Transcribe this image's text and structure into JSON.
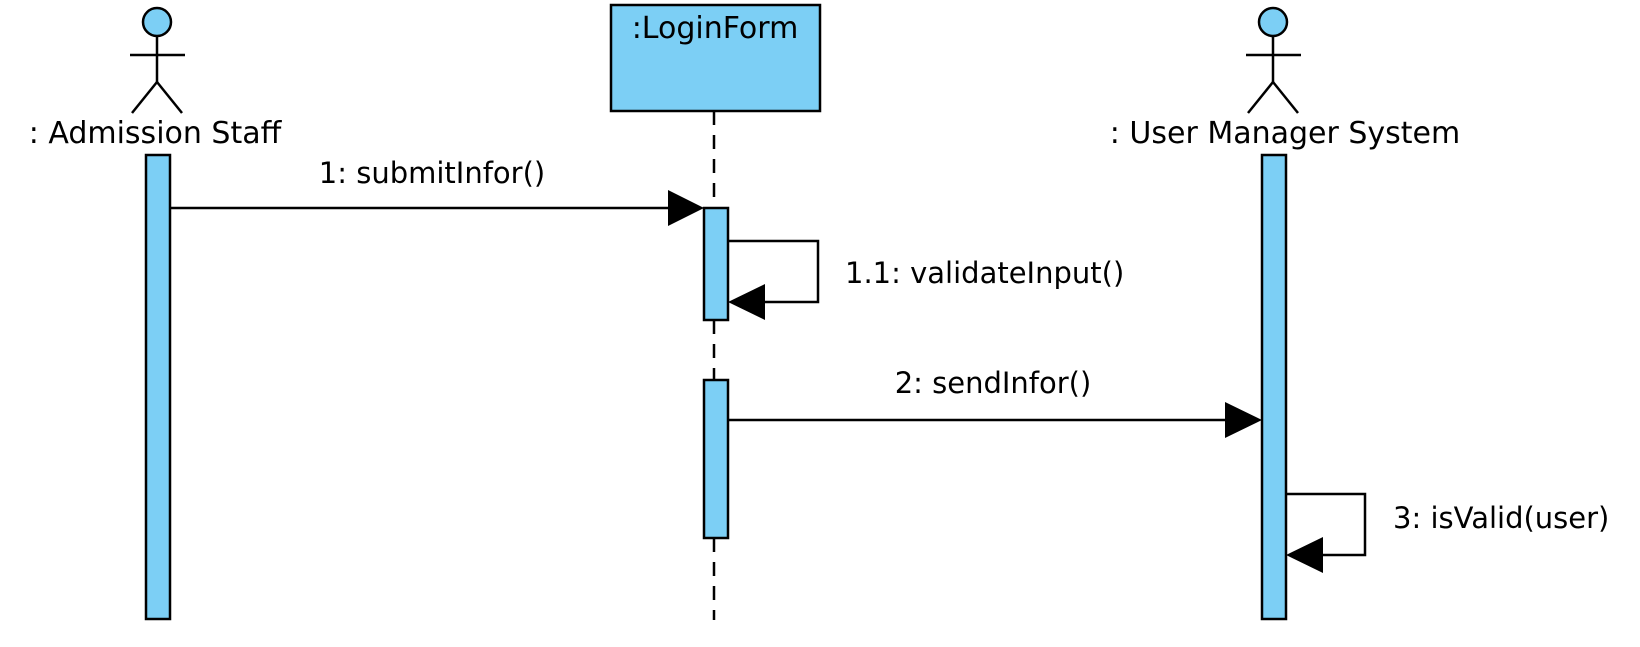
{
  "colors": {
    "element_fill": "#7ccff5",
    "stroke": "#000000",
    "background": "#ffffff"
  },
  "participants": {
    "admission_staff": {
      "kind": "actor",
      "label": ": Admission Staff"
    },
    "login_form": {
      "kind": "object",
      "label": ":LoginForm"
    },
    "user_manager": {
      "kind": "actor",
      "label": ": User Manager System"
    }
  },
  "messages": {
    "m1": {
      "label": "1: submitInfor()",
      "type": "synchronous call"
    },
    "m1_1": {
      "label": "1.1: validateInput()",
      "type": "self call"
    },
    "m2": {
      "label": "2: sendInfor()",
      "type": "synchronous call"
    },
    "m3": {
      "label": "3: isValid(user)",
      "type": "self call"
    }
  }
}
